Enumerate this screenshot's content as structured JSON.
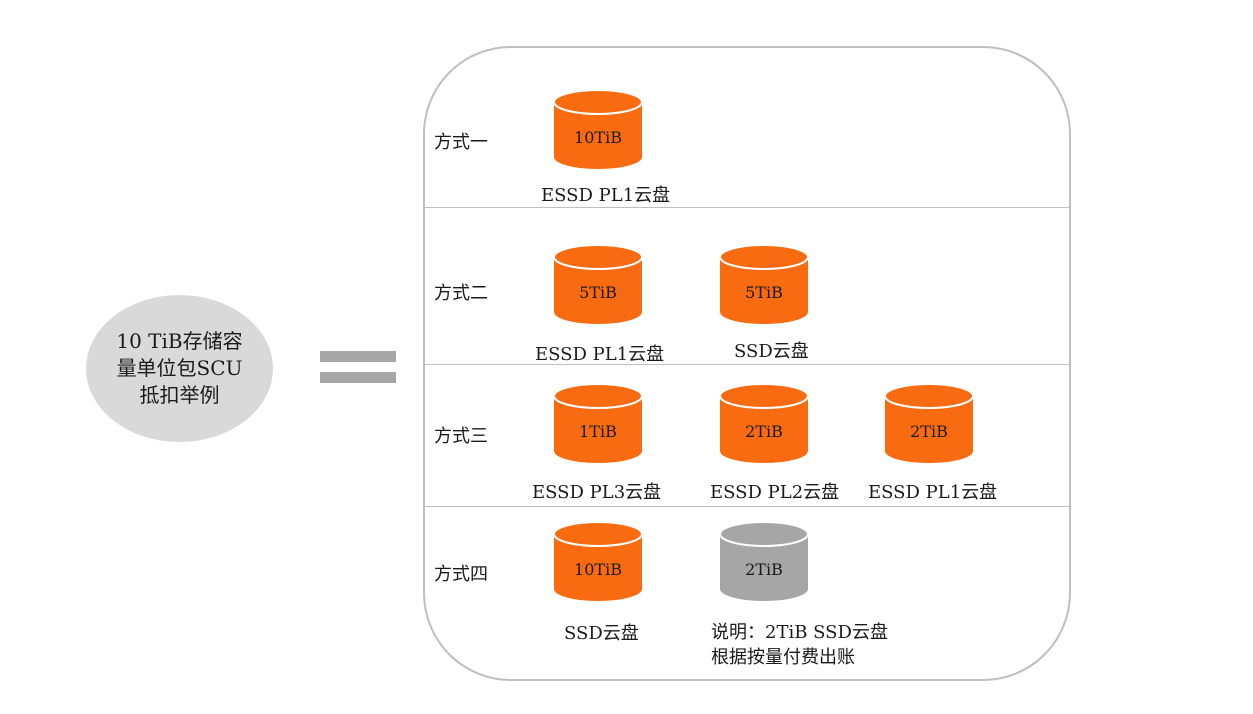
{
  "summary": {
    "text": "10 TiB存储容量单位包SCU抵扣举例"
  },
  "colors": {
    "disk": "#f86b10",
    "disk_top": "#fa7a1f",
    "disk_payg": "#a6a6a6",
    "disk_payg_top": "#b3b3b3",
    "circle": "#d9d9d9",
    "equals": "#a6a6a6",
    "border": "#bfbfbf"
  },
  "rows": [
    {
      "label": "方式一",
      "disks": [
        {
          "capacity": "10TiB",
          "type": "ESSD PL1云盘"
        }
      ]
    },
    {
      "label": "方式二",
      "disks": [
        {
          "capacity": "5TiB",
          "type": "ESSD PL1云盘"
        },
        {
          "capacity": "5TiB",
          "type": "SSD云盘"
        }
      ]
    },
    {
      "label": "方式三",
      "disks": [
        {
          "capacity": "1TiB",
          "type": "ESSD PL3云盘"
        },
        {
          "capacity": "2TiB",
          "type": "ESSD PL2云盘"
        },
        {
          "capacity": "2TiB",
          "type": "ESSD PL1云盘"
        }
      ]
    },
    {
      "label": "方式四",
      "disks": [
        {
          "capacity": "10TiB",
          "type": "SSD云盘"
        },
        {
          "capacity": "2TiB"
        }
      ]
    }
  ],
  "note": {
    "line1": "说明：2TiB SSD云盘",
    "line2": "根据按量付费出账"
  }
}
